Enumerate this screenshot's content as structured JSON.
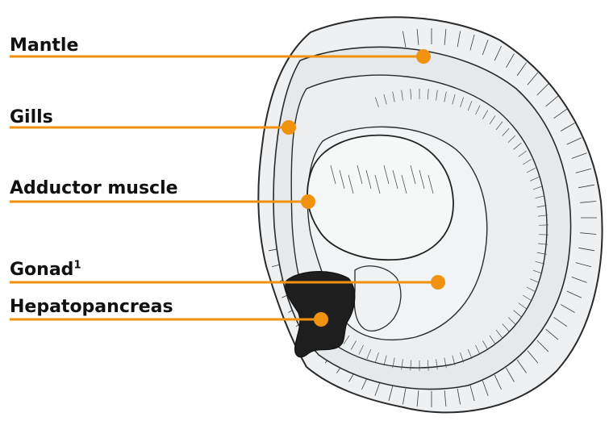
{
  "labels": [
    {
      "id": "mantle",
      "text": "Mantle",
      "sup": ""
    },
    {
      "id": "gills",
      "text": "Gills",
      "sup": ""
    },
    {
      "id": "adductor",
      "text": "Adductor muscle",
      "sup": ""
    },
    {
      "id": "gonad",
      "text": "Gonad",
      "sup": "1"
    },
    {
      "id": "hepatopancreas",
      "text": "Hepatopancreas",
      "sup": ""
    }
  ],
  "colors": {
    "leader": "#f0920d",
    "shell_fill": "#eef0f1",
    "shell_stroke": "#2a2a2a",
    "organ_dark": "#1e1e1e",
    "text": "#111111"
  }
}
